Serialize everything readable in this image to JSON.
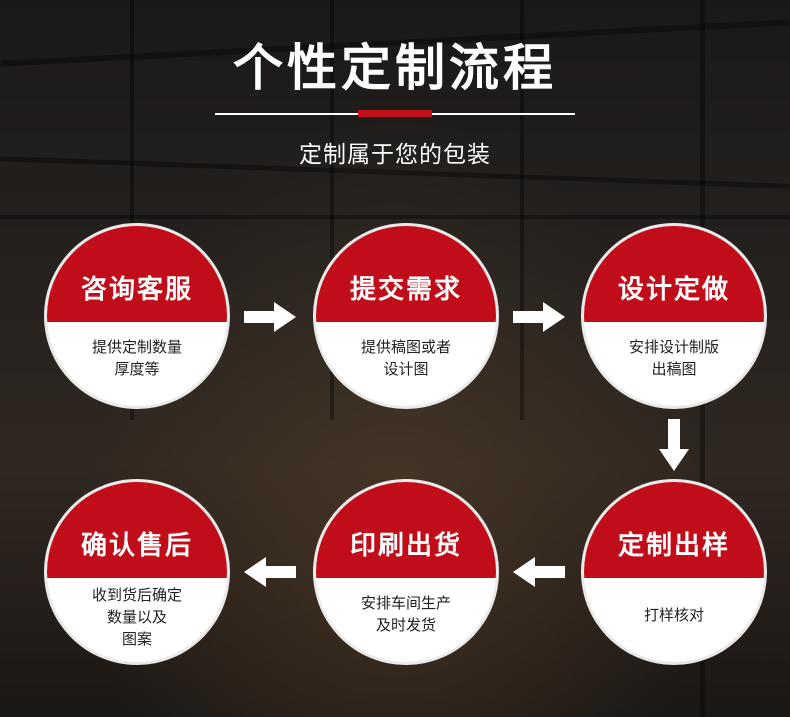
{
  "header": {
    "title": "个性定制流程",
    "subtitle": "定制属于您的包装"
  },
  "colors": {
    "accent": "#c10d1a",
    "circle_bg": "#ffffff"
  },
  "steps": [
    {
      "name": "咨询客服",
      "desc": [
        "提供定制数量",
        "厚度等"
      ]
    },
    {
      "name": "提交需求",
      "desc": [
        "提供稿图或者",
        "设计图"
      ]
    },
    {
      "name": "设计定做",
      "desc": [
        "安排设计制版",
        "出稿图"
      ]
    },
    {
      "name": "定制出样",
      "desc": [
        "打样核对"
      ]
    },
    {
      "name": "印刷出货",
      "desc": [
        "安排车间生产",
        "及时发货"
      ]
    },
    {
      "name": "确认售后",
      "desc": [
        "收到货后确定",
        "数量以及",
        "图案"
      ]
    }
  ]
}
